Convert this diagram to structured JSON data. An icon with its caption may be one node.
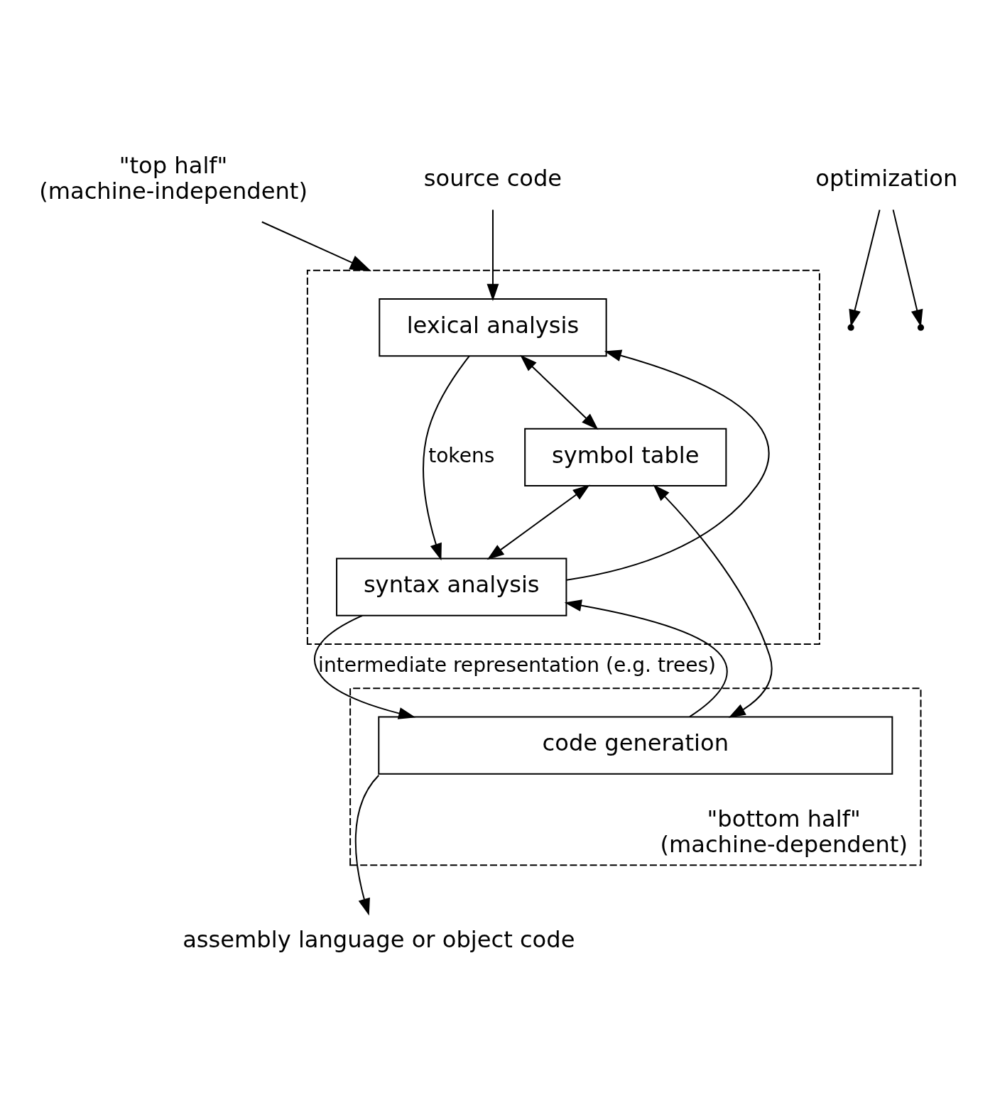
{
  "diagram": {
    "nodes": [
      {
        "text": [],
        "shape": "box"
      },
      {
        "text": [
          "lexical analysis"
        ],
        "in": 0
      },
      {
        "text": [
          "symbol table"
        ],
        "in": 0
      },
      {
        "text": [
          "syntax analysis"
        ],
        "in": 0
      },
      {
        "text": [
          "\"top half\"",
          "(machine-independent)"
        ]
      },
      {
        "text": [
          "\"bottom half\"",
          "(machine-dependent)"
        ]
      },
      {
        "text": [
          "code generation"
        ],
        "in": 5
      },
      {
        "text": [
          "source code"
        ]
      },
      {
        "text": [
          "assembly language or object code"
        ]
      },
      {
        "text": [
          "optimization"
        ]
      }
    ],
    "edges": [
      {
        "from": 7,
        "to": 1,
        "arrow": "to"
      },
      {
        "from": 1,
        "to": 2,
        "arrow": "both"
      },
      {
        "from": 2,
        "to": 3,
        "arrow": "both"
      },
      {
        "from": 2,
        "to": 6,
        "arrow": "both"
      },
      {
        "from": 1,
        "to": 3,
        "arrow": "to",
        "label": "tokens"
      },
      {
        "from": 3,
        "to": 1,
        "arrow": "to"
      },
      {
        "from": 3,
        "to": 6,
        "arrow": "to",
        "label": "intermediate representation (e.g. trees)"
      },
      {
        "from": 6,
        "to": 3,
        "arrow": "to"
      },
      {
        "from": 6,
        "to": 8,
        "arrow": "to"
      },
      {
        "from": 4,
        "to": 0,
        "arrow": "to"
      },
      {
        "from": 9,
        "to": null,
        "arrow": "to"
      },
      {
        "from": 9,
        "to": null,
        "arrow": "to"
      }
    ]
  }
}
